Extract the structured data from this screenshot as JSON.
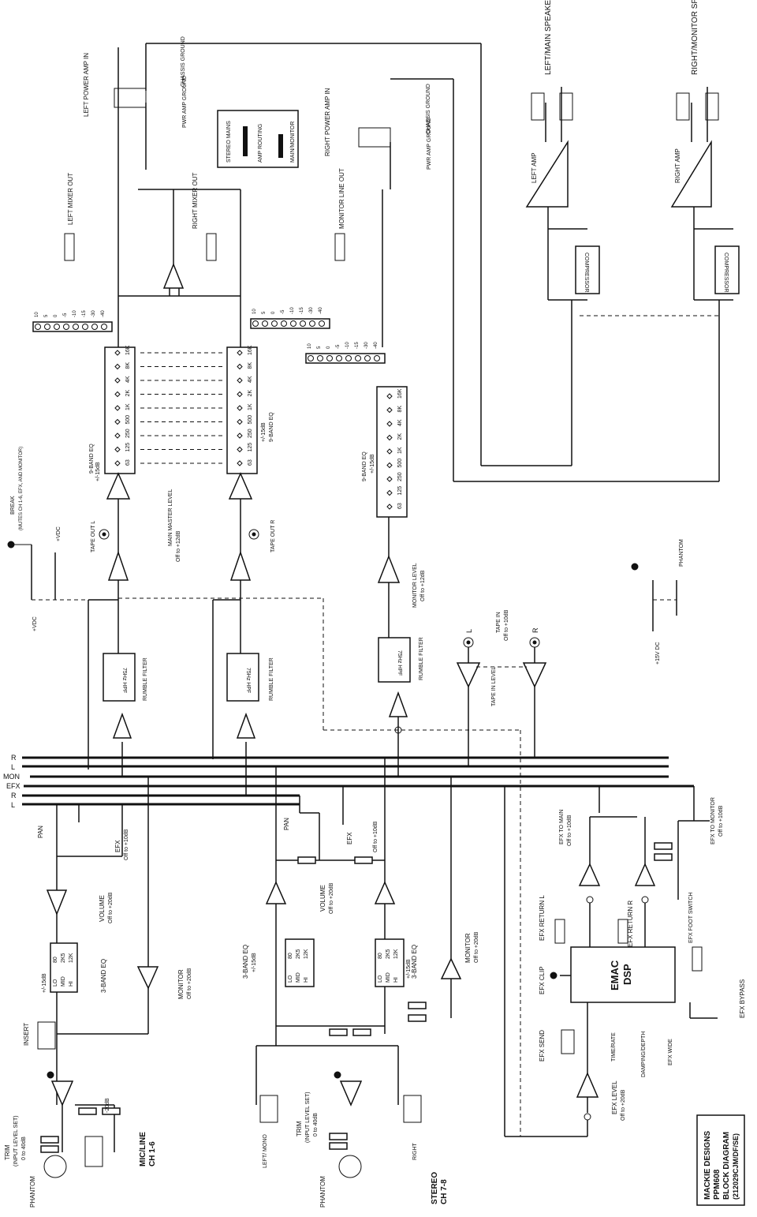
{
  "title_block": {
    "line1": "MACKIE DESIGNS",
    "line2": "PPM608",
    "line3": "BLOCK DIAGRAM",
    "line4": "(212029CJM/DF/SE)"
  },
  "buses": [
    "R",
    "L",
    "MON",
    "EFX",
    "R",
    "L"
  ],
  "outputs": {
    "left_speaker": "LEFT/MAIN SPEAKER OUT",
    "right_speaker": "RIGHT/MONITOR SPEAKER OUT",
    "left_amp": "LEFT AMP",
    "right_amp": "RIGHT AMP",
    "compressor": "COMPRESSOR",
    "left_power_amp_in": "LEFT POWER AMP IN",
    "right_power_amp_in": "RIGHT POWER AMP IN",
    "chassis_ground": "CHASSIS GROUND",
    "pwr_amp_ground": "PWR AMP GROUND",
    "left_mixer_out": "LEFT MIXER OUT",
    "right_mixer_out": "RIGHT MIXER OUT",
    "monitor_line_out": "MONITOR LINE OUT",
    "tape_out_l": "TAPE OUT L",
    "tape_out_r": "TAPE OUT R"
  },
  "routing": {
    "stereo_mains": "STEREO MAINS",
    "amp_routing": "AMP ROUTING",
    "main_monitor": "MAIN/MONITOR"
  },
  "eq9": {
    "label": "9-BAND EQ",
    "range": "+/-15dB",
    "bands": [
      "63",
      "125",
      "250",
      "500",
      "1K",
      "2K",
      "4K",
      "8K",
      "16K"
    ]
  },
  "meter_scale": [
    "10",
    "5",
    "0",
    "-5",
    "-10",
    "-15",
    "-30",
    "-40"
  ],
  "master": {
    "main_master_level": "MAIN MASTER LEVEL",
    "main_master_range": "Off to +12dB",
    "monitor_level": "MONITOR LEVEL",
    "monitor_level_range": "Off to +12dB",
    "break": "BREAK",
    "break_note": "(MUTES CH 1-6, EFX, AND MONITOR)",
    "vdc_plus": "+VDC",
    "vdc_minus": "+VDC",
    "rumble_filter": "RUMBLE FILTER",
    "hpf": "75Hz HPF",
    "phantom": "PHANTOM",
    "plus15": "+15V DC"
  },
  "tape": {
    "l": "L",
    "r": "R",
    "tape_in": "TAPE IN",
    "tape_in_range": "Off to +10dB",
    "tape_in_level": "TAPE IN LEVEL"
  },
  "mic_channel": {
    "name": "MIC/LINE",
    "name2": "CH 1-6",
    "trim": "TRIM",
    "trim_note": "(INPUT LEVEL SET)",
    "trim_range": "0 to 40dB",
    "pad": "-20dB",
    "insert": "INSERT",
    "phantom": "PHANTOM",
    "eq3": "3-BAND EQ",
    "eq3_range": "+/-15dB",
    "eq3_bands": [
      "LO",
      "MID",
      "HI"
    ],
    "eq3_freqs": [
      "80",
      "2K5",
      "12K"
    ],
    "monitor": "MONITOR",
    "monitor_range": "Off to +20dB",
    "volume": "VOLUME",
    "volume_range": "Off to +20dB",
    "efx": "EFX",
    "efx_range": "Off to +10dB",
    "pan": "PAN"
  },
  "stereo_channel": {
    "name": "STEREO",
    "name2": "CH 7-8",
    "left_mono": "LEFT/ MONO",
    "right": "RIGHT",
    "trim": "TRIM",
    "trim_note": "(INPUT LEVEL SET)",
    "trim_range": "0 to 40dB",
    "phantom": "PHANTOM",
    "eq3": "3-BAND EQ",
    "eq3_range": "+/-15dB",
    "monitor": "MONITOR",
    "monitor_range": "Off to +20dB",
    "volume": "VOLUME",
    "volume_range": "Off to +20dB",
    "efx": "EFX",
    "efx_range": "Off to +10dB",
    "pan": "PAN"
  },
  "dsp": {
    "name1": "EMAC",
    "name2": "DSP",
    "efx_clip": "EFX CLIP",
    "efx_send": "EFX SEND",
    "efx_level": "EFX LEVEL",
    "efx_level_range": "Off to +20dB",
    "time_rate": "TIME/RATE",
    "damping_depth": "DAMPING/DEPTH",
    "efx_wide": "EFX WIDE",
    "efx_bypass": "EFX BYPASS",
    "efx_foot_switch": "EFX FOOT SWITCH",
    "efx_return_l": "EFX RETURN L",
    "efx_return_r": "EFX RETURN R",
    "efx_to_main": "EFX TO MAIN",
    "efx_to_main_range": "Off to +10dB",
    "efx_to_monitor": "EFX TO MONITOR",
    "efx_to_monitor_range": "Off to +10dB"
  }
}
